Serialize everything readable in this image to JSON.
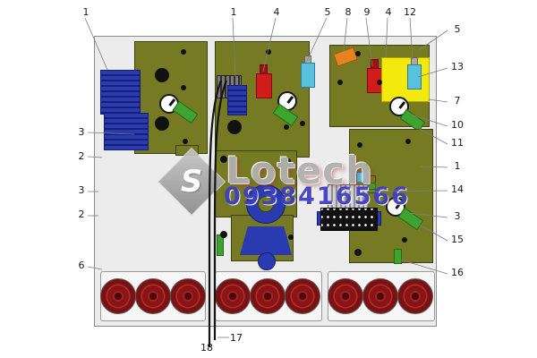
{
  "watermark": {
    "logo_letter": "S",
    "brand": "Lotech",
    "phone": "0938416566"
  },
  "callouts": {
    "top": [
      {
        "label": "1"
      },
      {
        "label": "1"
      },
      {
        "label": "4"
      },
      {
        "label": "5"
      },
      {
        "label": "8"
      },
      {
        "label": "9"
      },
      {
        "label": "4"
      },
      {
        "label": "12"
      }
    ],
    "left": [
      {
        "label": "3"
      },
      {
        "label": "2"
      },
      {
        "label": "3"
      },
      {
        "label": "2"
      },
      {
        "label": "6"
      }
    ],
    "right": [
      {
        "label": "5"
      },
      {
        "label": "13"
      },
      {
        "label": "7"
      },
      {
        "label": "10"
      },
      {
        "label": "11"
      },
      {
        "label": "1"
      },
      {
        "label": "14"
      },
      {
        "label": "3"
      },
      {
        "label": "15"
      },
      {
        "label": "16"
      }
    ],
    "bottom": [
      {
        "label": "18"
      },
      {
        "label": "17"
      }
    ]
  },
  "colors": {
    "plate_olive": "#767b23",
    "component_blue": "#2a3ab0",
    "component_red": "#d11c1c",
    "component_cyan": "#59c1de",
    "component_yellow": "#f4e90c",
    "component_orange": "#e6831f",
    "component_green": "#3fa32f",
    "knob_red": "#8a1414",
    "panel_bg": "#ececec",
    "brand_text": "#b0b0b0",
    "phone_text": "#4040c0"
  }
}
